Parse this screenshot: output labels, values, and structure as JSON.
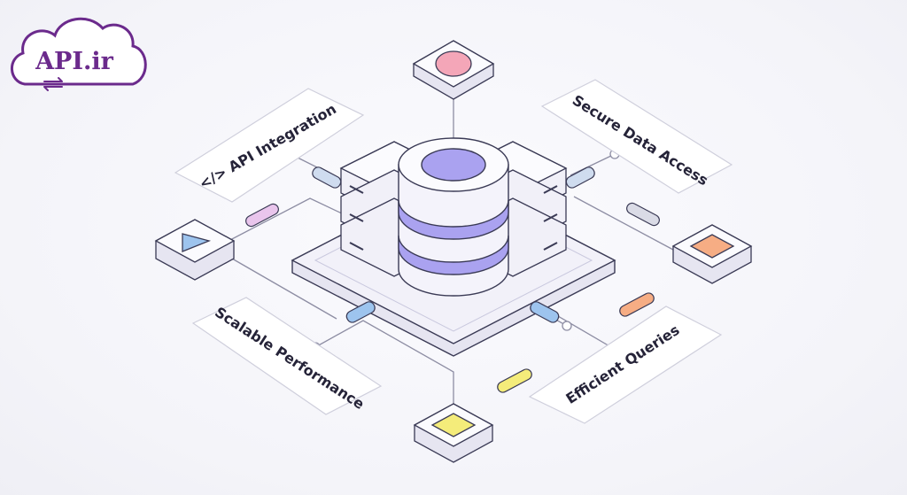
{
  "brand": {
    "name": "API.ir",
    "color": "#6b2a8c"
  },
  "labels": {
    "api_integration": "</> API Integration",
    "secure_data_access": "Secure Data Access",
    "scalable_performance": "Scalable Performance",
    "efficient_queries": "Efficient Queries"
  },
  "nodes": {
    "top": "pink-circle-icon",
    "left": "blue-triangle-icon",
    "right": "orange-square-icon",
    "bottom": "yellow-square-icon",
    "center": "database-cylinder-icon"
  },
  "colors": {
    "pink": "#f4a6b8",
    "blue": "#9dc4ee",
    "orange": "#f6ad84",
    "yellow": "#f4ec7a",
    "lavender": "#aaa2f0",
    "outline": "#3a3a55"
  }
}
